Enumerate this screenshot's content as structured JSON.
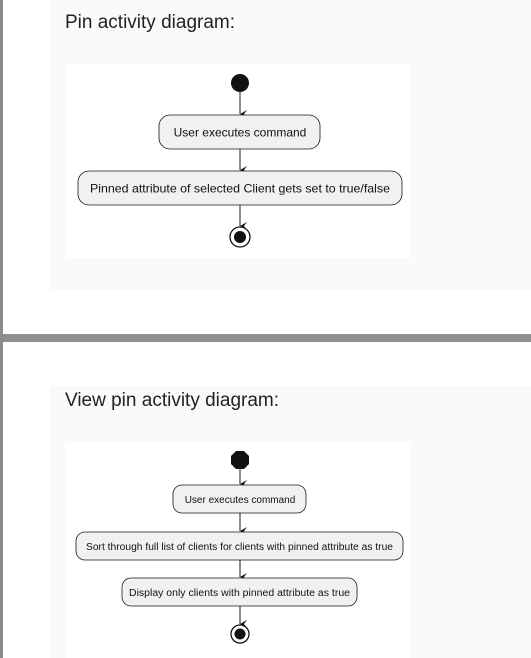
{
  "colors": {
    "divider": "#8f8f8f",
    "card_background": "#fafafa",
    "node_fill": "#f1f1f1",
    "node_stroke": "#181818"
  },
  "section_top": {
    "heading": "Pin activity diagram:",
    "diagram": {
      "start_icon": "start-node-icon",
      "end_icon": "end-node-icon",
      "nodes": [
        "User executes command",
        "Pinned attribute of selected Client gets set to true/false"
      ]
    }
  },
  "section_bottom": {
    "heading": "View pin activity diagram:",
    "diagram": {
      "start_icon": "start-node-icon",
      "end_icon": "end-node-icon",
      "nodes": [
        "User executes command",
        "Sort through full list of clients for clients with pinned attribute as true",
        "Display only clients with pinned attribute as true"
      ]
    }
  }
}
